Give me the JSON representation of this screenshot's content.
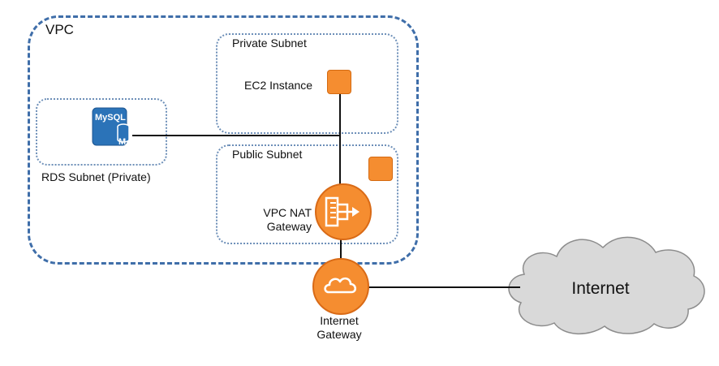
{
  "labels": {
    "vpc": "VPC",
    "private_subnet": "Private Subnet",
    "public_subnet": "Public Subnet",
    "ec2_instance": "EC2 Instance",
    "rds_subnet": "RDS Subnet (Private)",
    "nat_gateway_line1": "VPC NAT",
    "nat_gateway_line2": "Gateway",
    "internet_gateway_line1": "Internet",
    "internet_gateway_line2": "Gateway",
    "internet": "Internet",
    "mysql_badge": "MySQL",
    "mysql_master": "M"
  },
  "icons": {
    "ec2": "ec2-instance-icon",
    "public_instance": "instance-icon",
    "nat": "nat-gateway-icon",
    "igw": "internet-gateway-icon",
    "mysql": "mysql-database-icon",
    "internet": "internet-cloud-icon"
  },
  "colors": {
    "vpc_border": "#3f6ea9",
    "subnet_border": "#6d8fb8",
    "aws_orange": "#f58d30",
    "rds_blue": "#2b73b8",
    "cloud_gray": "#d9d9d9",
    "connector": "#111111"
  }
}
